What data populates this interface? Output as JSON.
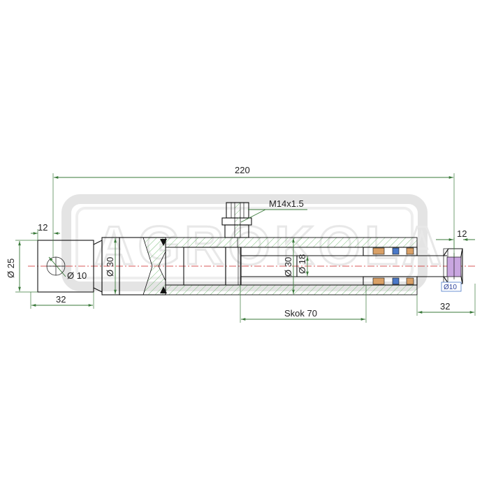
{
  "dimensions": {
    "overall_length": "220",
    "thread": "M14x1.5",
    "left_eye_offset": "12",
    "right_eye_offset": "12",
    "left_diameter": "Ø 25",
    "left_pin_diameter": "Ø 10",
    "body_diameter": "Ø 30",
    "bore_diameter": "Ø 30",
    "rod_diameter": "Ø 18",
    "left_eye_length": "32",
    "right_eye_length": "32",
    "right_pin_diameter": "Ø10",
    "stroke": "Skok 70"
  },
  "watermark": {
    "text": "AGROKOLA"
  },
  "colors": {
    "dimension_lines": "#3a7a3a",
    "center_line": "#cc2222",
    "hatch": "#7fbf7f",
    "seal_orange": "#d9a066",
    "seal_blue": "#4a78c8",
    "watermark": "#e4e4e4"
  }
}
